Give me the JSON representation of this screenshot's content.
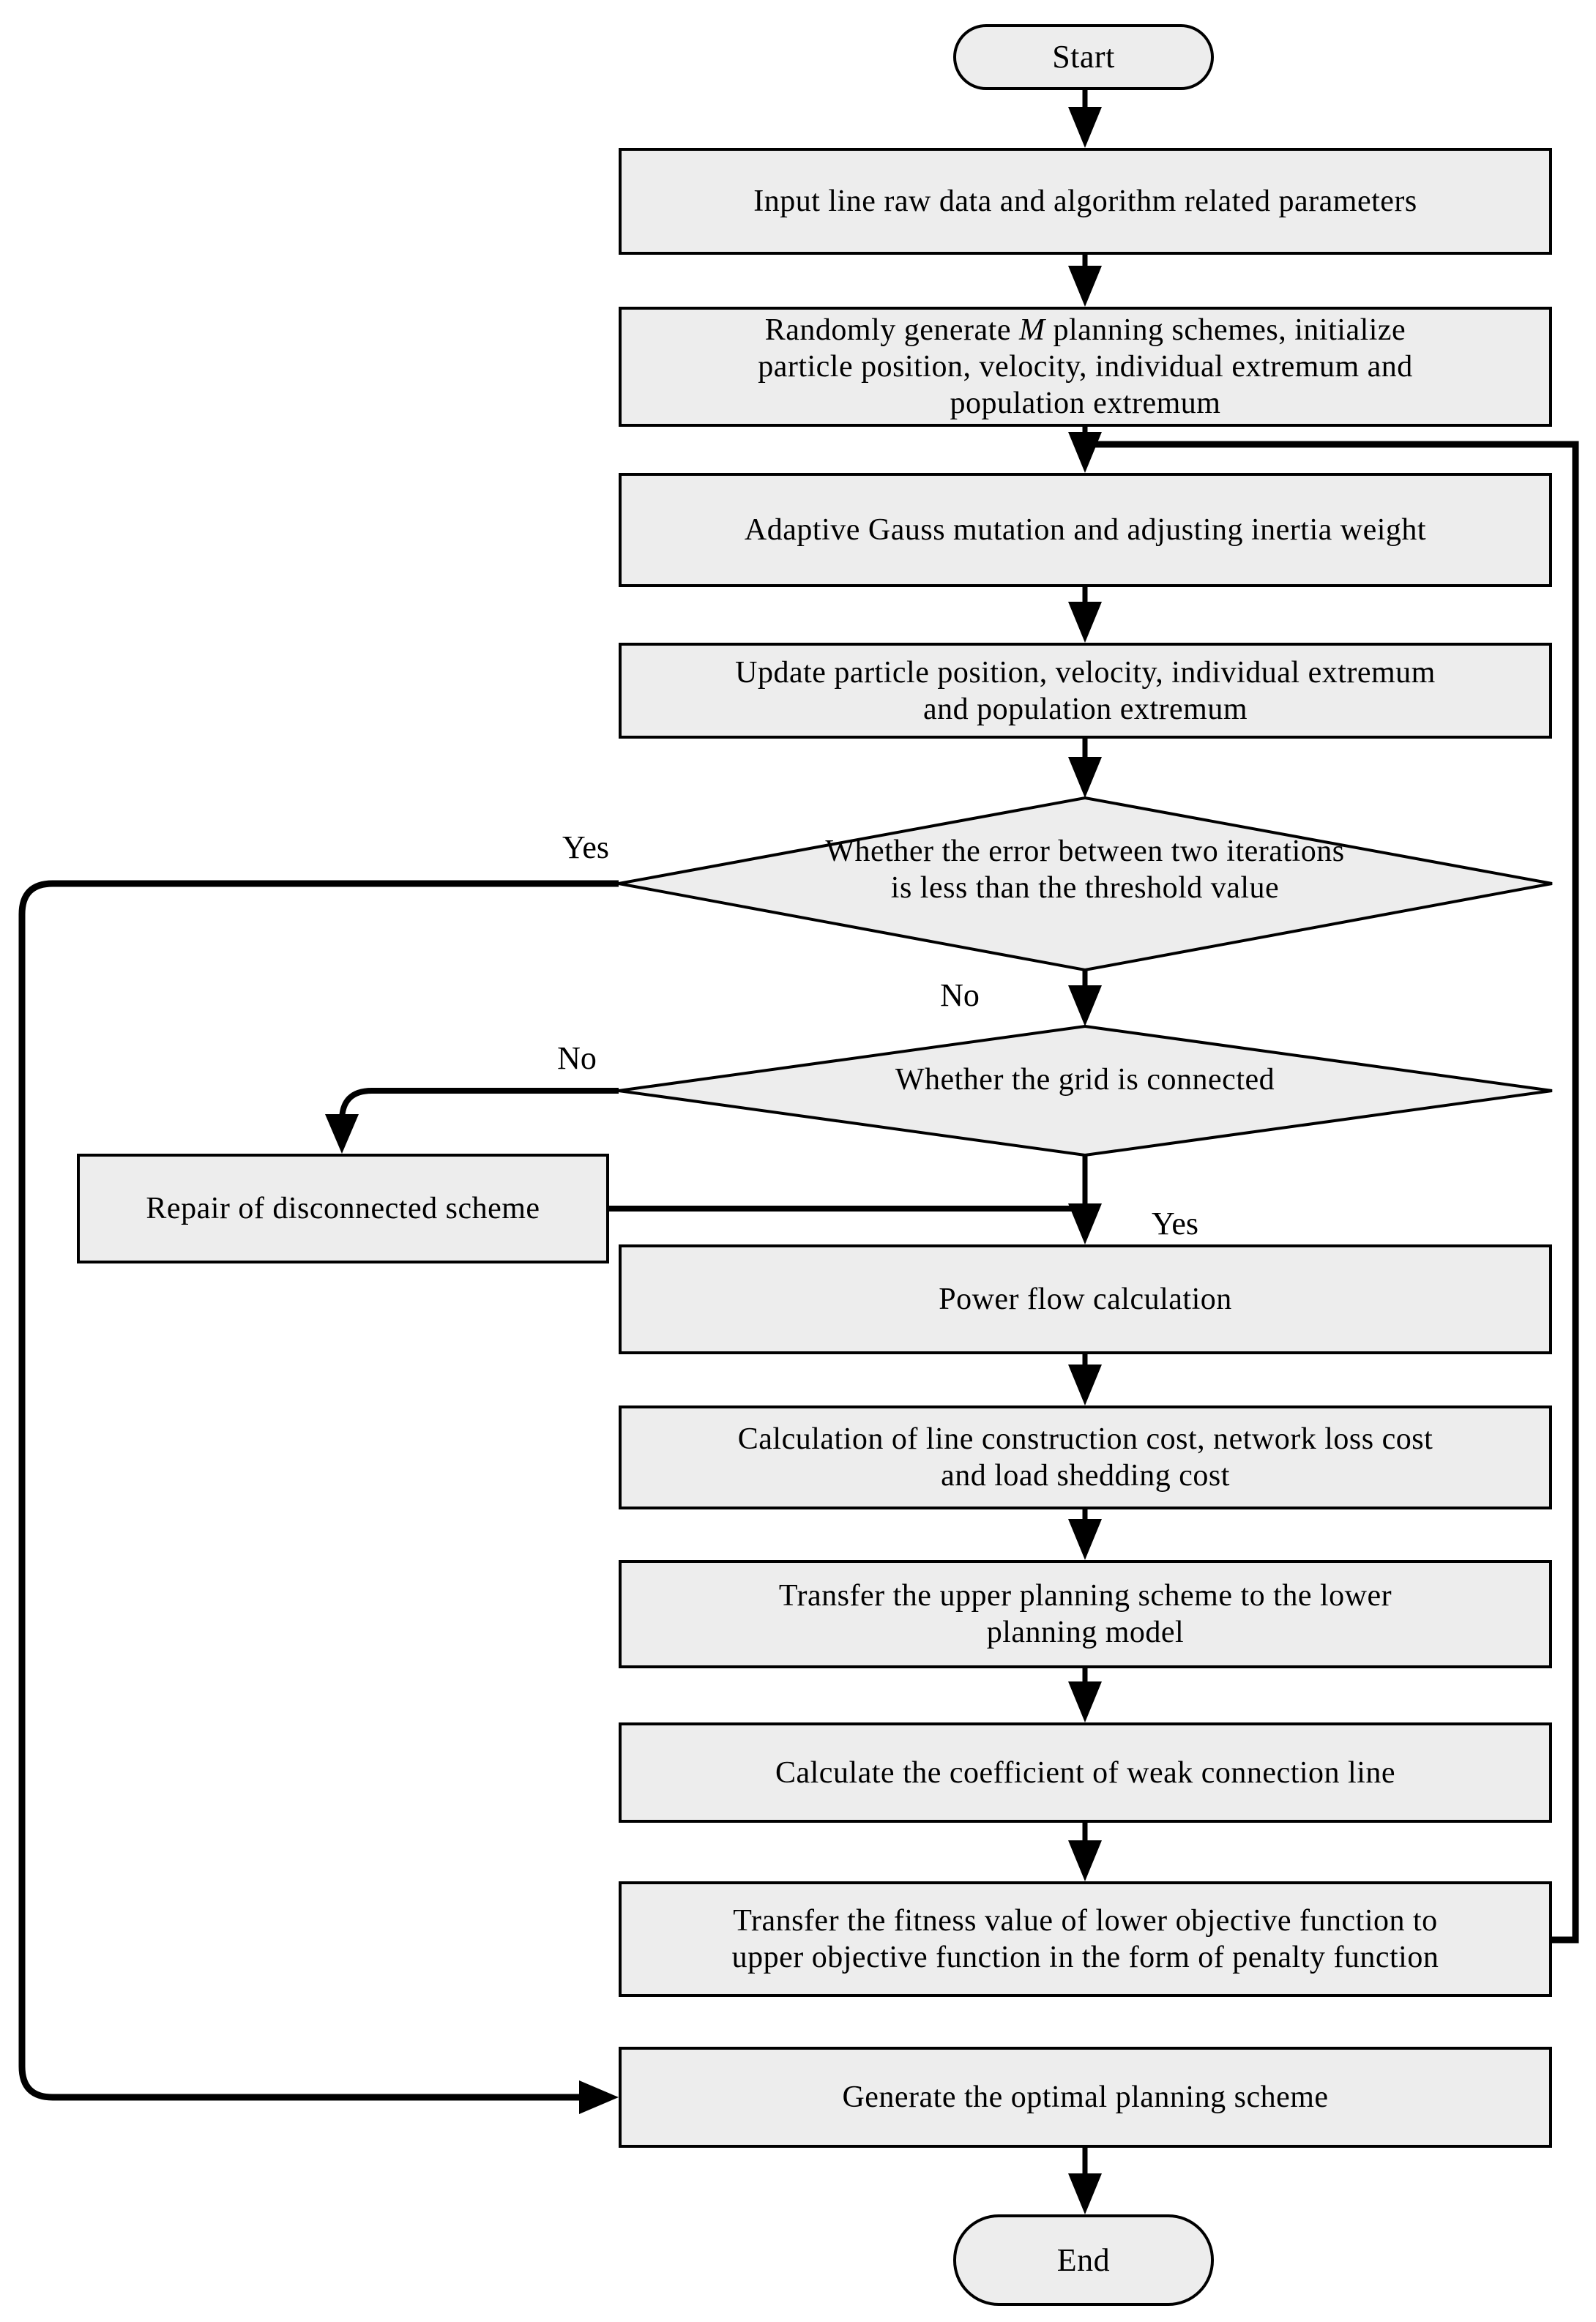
{
  "flowchart": {
    "colors": {
      "node_fill": "#ededed",
      "line": "#000000",
      "text": "#000000",
      "background": "#ffffff"
    },
    "nodes": {
      "start": "Start",
      "input": "Input line raw data and algorithm related parameters",
      "init": {
        "prefix": "Randomly generate ",
        "em": "M",
        "suffix": " planning schemes, initialize\nparticle position, velocity, individual extremum and\npopulation extremum"
      },
      "mutation": "Adaptive Gauss mutation and adjusting inertia weight",
      "update": "Update particle position, velocity, individual extremum\nand population extremum",
      "error_check": "Whether the error between two iterations\nis less than the threshold value",
      "grid_check": "Whether the grid is connected",
      "repair": "Repair of disconnected scheme",
      "power_flow": "Power flow calculation",
      "cost_calc": "Calculation of line construction cost,  network loss cost\nand load shedding cost",
      "transfer_upper": "Transfer the upper planning scheme to the lower\nplanning model",
      "weak_coeff": "Calculate the coefficient of weak connection line",
      "transfer_fitness": "Transfer the fitness value of lower objective function to\nupper objective function in the form of penalty function",
      "generate": "Generate the optimal planning scheme",
      "end": "End"
    },
    "branch_labels": {
      "error_yes": "Yes",
      "error_no": "No",
      "grid_no": "No",
      "grid_yes": "Yes"
    }
  }
}
